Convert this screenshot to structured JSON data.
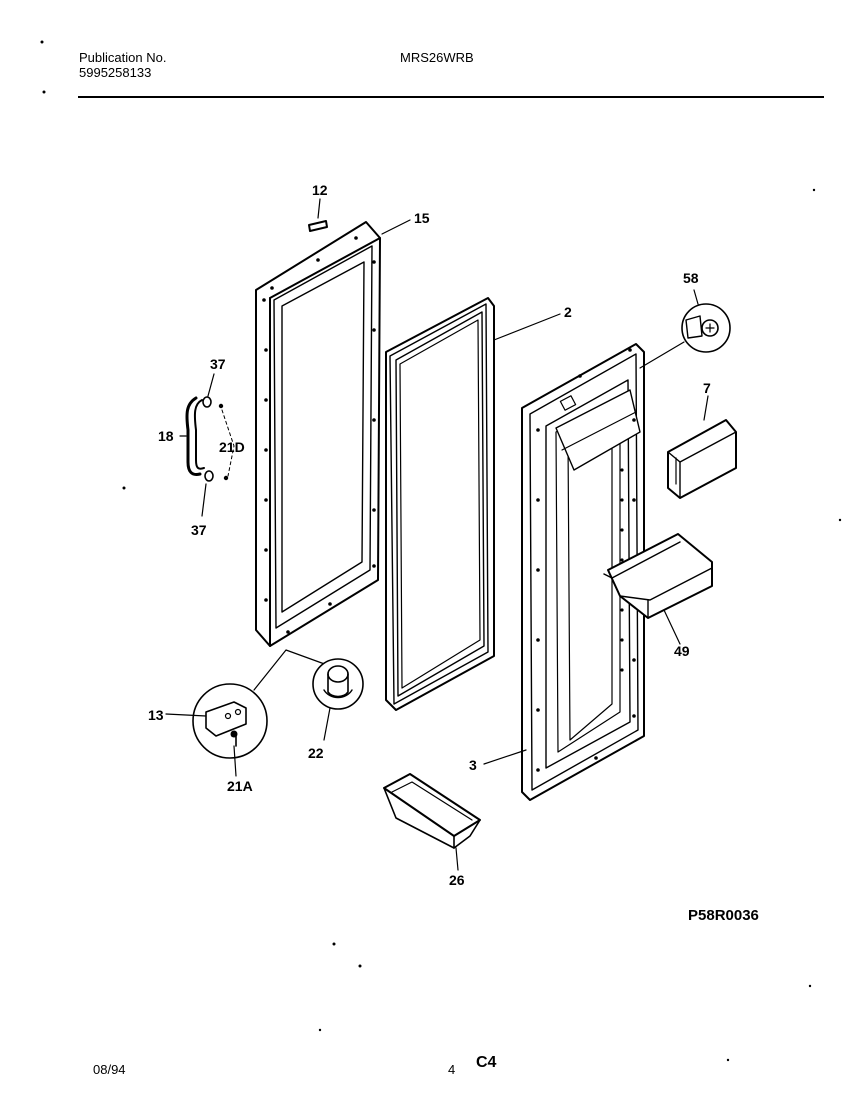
{
  "header": {
    "publication_label": "Publication No.",
    "publication_number": "5995258133",
    "model": "MRS26WRB"
  },
  "diagram": {
    "drawing_code": "P58R0036",
    "callouts": {
      "c12": "12",
      "c15": "15",
      "c2": "2",
      "c58": "58",
      "c7": "7",
      "c37a": "37",
      "c18": "18",
      "c21d": "21D",
      "c37b": "37",
      "c49": "49",
      "c13": "13",
      "c22": "22",
      "c21a": "21A",
      "c3": "3",
      "c26": "26"
    }
  },
  "footer": {
    "date": "08/94",
    "page": "4",
    "section": "C4"
  }
}
